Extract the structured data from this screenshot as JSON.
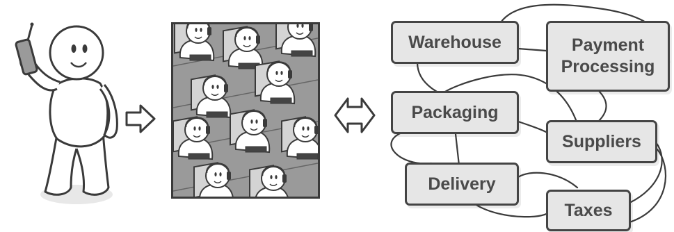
{
  "diagram": {
    "subsystems": [
      {
        "id": "warehouse",
        "label": "Warehouse"
      },
      {
        "id": "payment",
        "label": "Payment\nProcessing"
      },
      {
        "id": "packaging",
        "label": "Packaging"
      },
      {
        "id": "suppliers",
        "label": "Suppliers"
      },
      {
        "id": "delivery",
        "label": "Delivery"
      },
      {
        "id": "taxes",
        "label": "Taxes"
      }
    ]
  },
  "colors": {
    "box_fill": "#e6e6e6",
    "box_border": "#444444",
    "text": "#4a4a4a",
    "outline": "#3a3a3a",
    "operator_panel_bg": "#9a9a9a"
  },
  "icons": [
    "customer-figure-icon",
    "mobile-phone-icon",
    "arrow-right-icon",
    "call-center-operators-icon",
    "double-arrow-icon"
  ]
}
